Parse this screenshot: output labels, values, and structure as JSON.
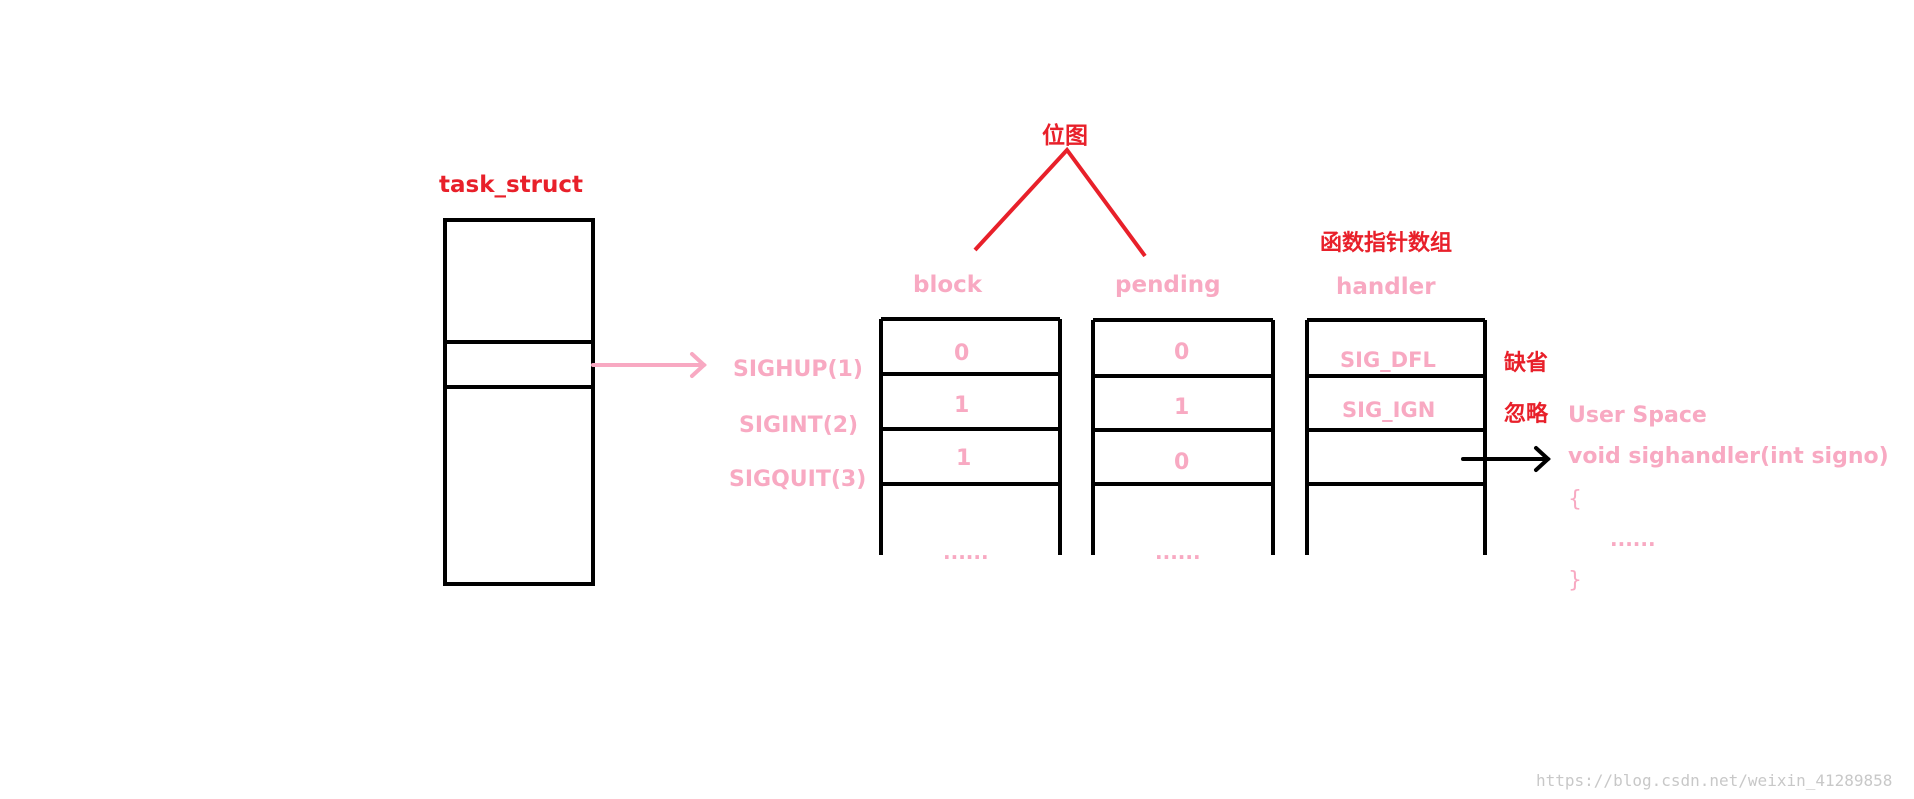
{
  "labels": {
    "task_struct": "task_struct",
    "bitmap": "位图",
    "func_ptr_array": "函数指针数组",
    "block": "block",
    "pending": "pending",
    "handler": "handler",
    "default_note": "缺省",
    "ignore_note": "忽略"
  },
  "signals": [
    "SIGHUP(1)",
    "SIGINT(2)",
    "SIGQUIT(3)"
  ],
  "block_values": [
    "0",
    "1",
    "1"
  ],
  "pending_values": [
    "0",
    "1",
    "0"
  ],
  "handler_values": [
    "SIG_DFL",
    "SIG_IGN",
    ""
  ],
  "ellipsis": "......",
  "user_space": {
    "title": "User  Space",
    "signature": "void  sighandler(int signo)",
    "open_brace": "{",
    "body": "......",
    "close_brace": "}"
  },
  "watermark": "https://blog.csdn.net/weixin_41289858",
  "colors": {
    "red": "#e8202a",
    "pink": "#f8a9c2",
    "black": "#000000"
  }
}
